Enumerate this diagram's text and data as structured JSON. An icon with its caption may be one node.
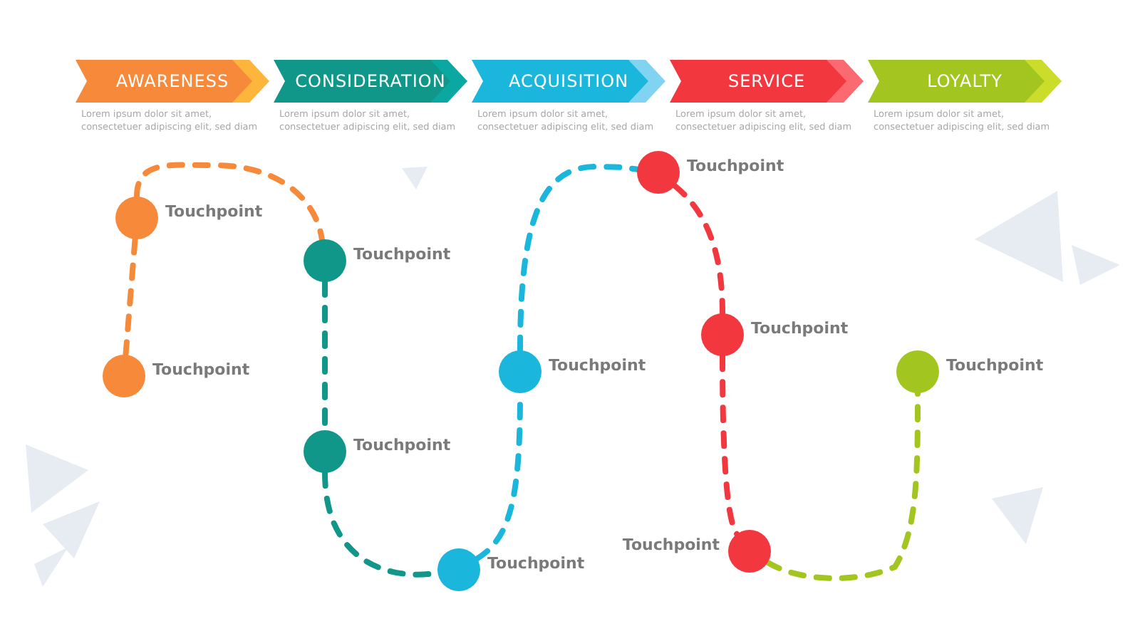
{
  "diagram": {
    "nodes": [
      {
        "text": [
          "AWARENESS"
        ],
        "beside": [
          "Lorem ipsum dolor sit amet, consectetuer adipiscing elit, sed diam"
        ]
      },
      {
        "text": [
          "CONSIDERATION"
        ],
        "beside": [
          "Lorem ipsum dolor sit amet, consectetuer adipiscing elit, sed diam"
        ]
      },
      {
        "text": [
          "ACQUISITION"
        ],
        "beside": [
          "Lorem ipsum dolor sit amet, consectetuer adipiscing elit, sed diam"
        ]
      },
      {
        "text": [
          "SERVICE"
        ],
        "beside": [
          "Lorem ipsum dolor sit amet, consectetuer adipiscing elit, sed diam"
        ]
      },
      {
        "text": [
          "LOYALTY"
        ],
        "beside": [
          "Lorem ipsum dolor sit amet, consectetuer adipiscing elit, sed diam"
        ]
      },
      {
        "text": [],
        "shape": "circle",
        "beside": [
          "Touchpoint"
        ]
      },
      {
        "text": [],
        "shape": "circle",
        "beside": [
          "Touchpoint"
        ]
      },
      {
        "text": [],
        "shape": "circle",
        "beside": [
          "Touchpoint"
        ]
      },
      {
        "text": [],
        "shape": "circle",
        "beside": [
          "Touchpoint"
        ]
      },
      {
        "text": [],
        "shape": "circle",
        "beside": [
          "Touchpoint"
        ]
      },
      {
        "text": [],
        "shape": "circle",
        "beside": [
          "Touchpoint"
        ]
      },
      {
        "text": [],
        "shape": "circle",
        "beside": [
          "Touchpoint"
        ]
      },
      {
        "text": [],
        "shape": "circle",
        "beside": [
          "Touchpoint"
        ]
      },
      {
        "text": [],
        "shape": "circle",
        "beside": [
          "Touchpoint"
        ]
      },
      {
        "text": [],
        "shape": "circle",
        "beside": [
          "Touchpoint"
        ]
      }
    ],
    "edges": [
      {
        "from": 5,
        "to": 6,
        "arrow": "none",
        "style": "dashed",
        "color": "#f7893b"
      },
      {
        "from": 6,
        "to": 7,
        "arrow": "none",
        "style": "dashed",
        "color": "#f7893b"
      },
      {
        "from": 7,
        "to": 8,
        "arrow": "none",
        "style": "dashed",
        "color": "#10978a"
      },
      {
        "from": 8,
        "to": 9,
        "arrow": "none",
        "style": "dashed",
        "color": "#10978a"
      },
      {
        "from": 9,
        "to": 10,
        "arrow": "none",
        "style": "dashed",
        "color": "#1bb6dc"
      },
      {
        "from": 10,
        "to": 11,
        "arrow": "none",
        "style": "dashed",
        "color": "#1bb6dc"
      },
      {
        "from": 11,
        "to": 12,
        "arrow": "none",
        "style": "dashed",
        "color": "#f2373f"
      },
      {
        "from": 12,
        "to": 13,
        "arrow": "none",
        "style": "dashed",
        "color": "#f2373f"
      },
      {
        "from": 13,
        "to": 14,
        "arrow": "none",
        "style": "dashed",
        "color": "#a3c520"
      }
    ]
  }
}
